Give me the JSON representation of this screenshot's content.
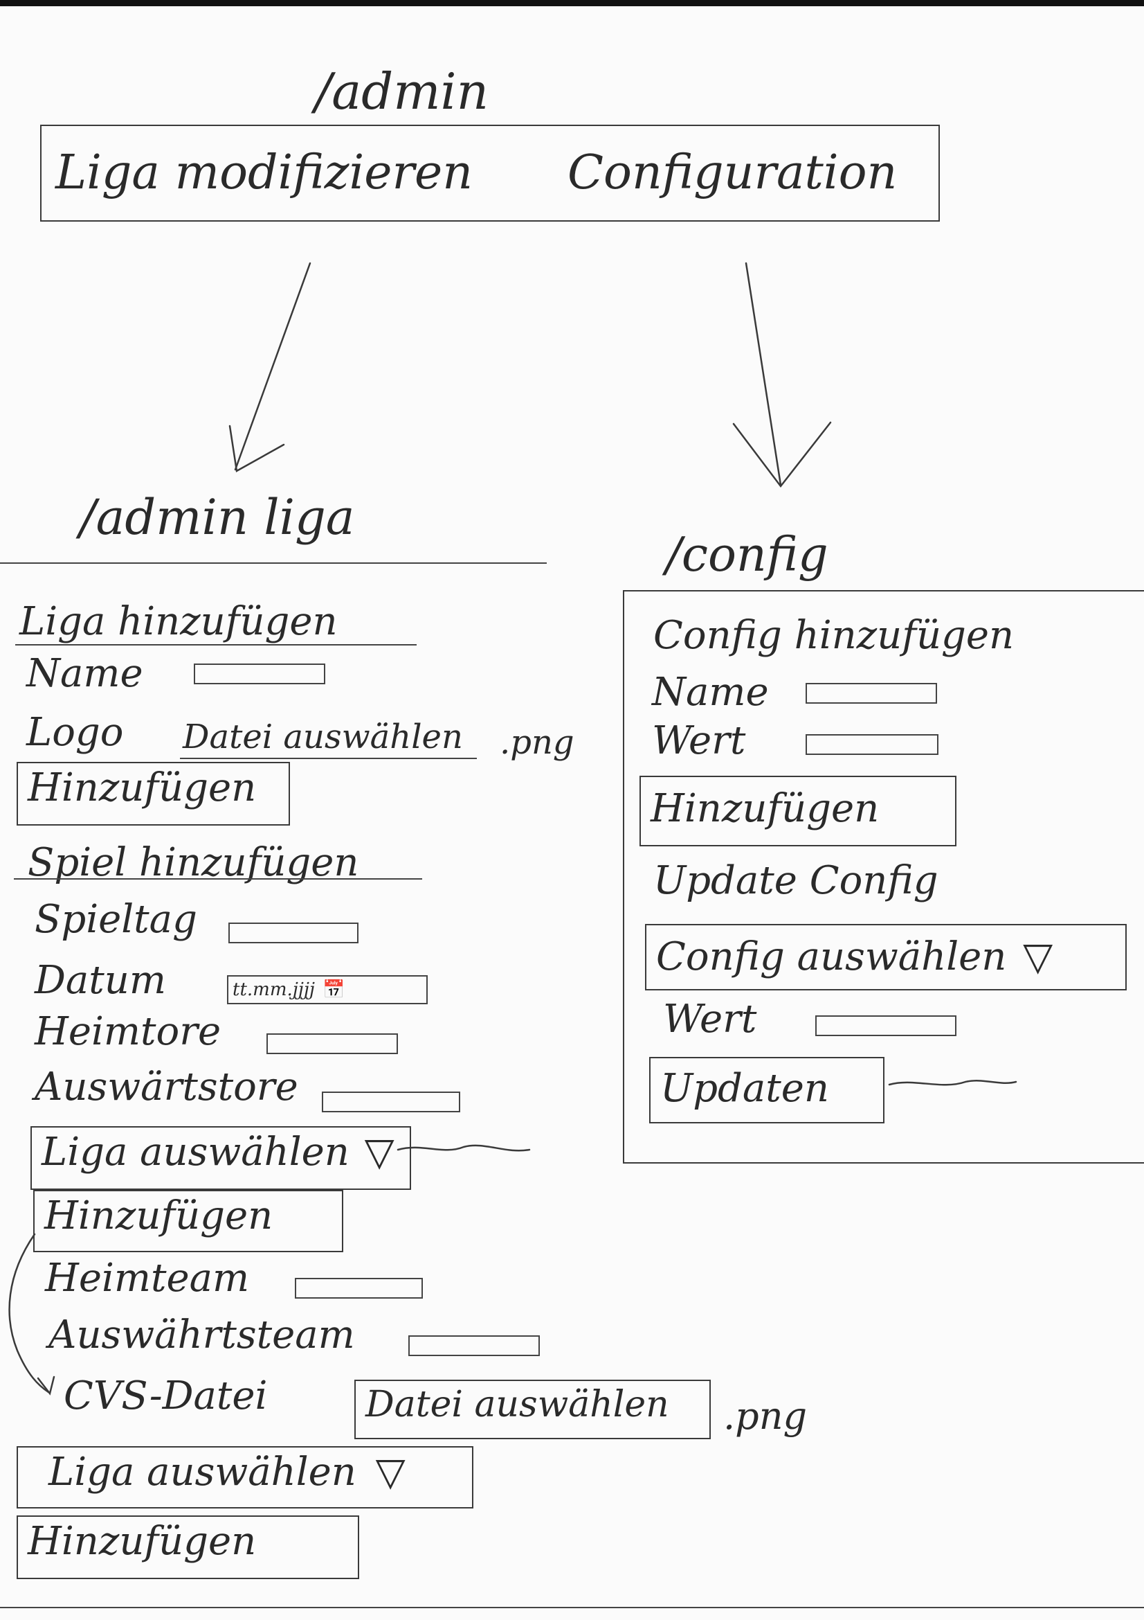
{
  "root": {
    "route": "/admin",
    "nav_items": [
      "Liga modifizieren",
      "Configuration"
    ]
  },
  "liga_page": {
    "route": "/admin liga",
    "add_league": {
      "heading": "Liga hinzufügen",
      "name_label": "Name",
      "logo_label": "Logo",
      "logo_file_button": "Datei auswählen",
      "logo_ext": ".png",
      "submit": "Hinzufügen"
    },
    "add_game": {
      "heading": "Spiel hinzufügen",
      "matchday_label": "Spieltag",
      "date_label": "Datum",
      "date_placeholder": "tt.mm.jjjj",
      "home_goals_label": "Heimtore",
      "away_goals_label": "Auswärtstore",
      "league_select": "Liga auswählen",
      "submit": "Hinzufügen"
    },
    "csv_import": {
      "home_team_label": "Heimteam",
      "away_team_label": "Auswährtsteam",
      "csv_label": "CVS-Datei",
      "csv_file_button": "Datei auswählen",
      "csv_ext": ".png",
      "league_select": "Liga auswählen",
      "submit": "Hinzufügen"
    }
  },
  "config_page": {
    "route": "/config",
    "add_config": {
      "heading": "Config hinzufügen",
      "name_label": "Name",
      "value_label": "Wert",
      "submit": "Hinzufügen"
    },
    "update_config": {
      "heading": "Update Config",
      "config_select": "Config auswählen",
      "value_label": "Wert",
      "submit": "Updaten"
    }
  }
}
